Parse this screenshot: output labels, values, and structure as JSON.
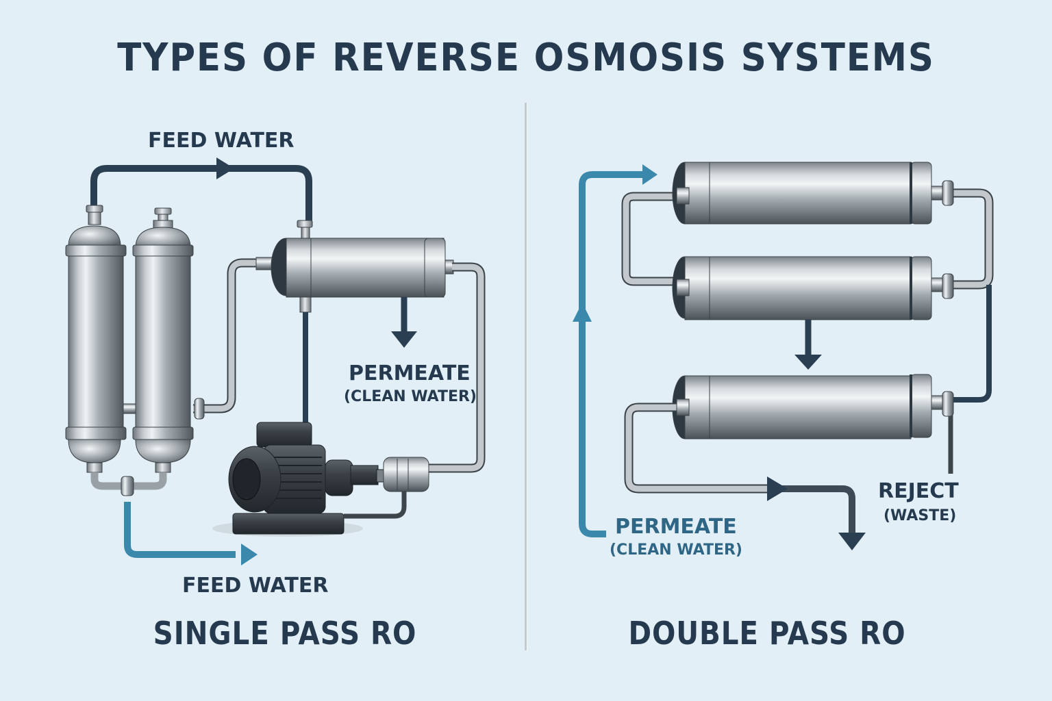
{
  "title": "TYPES OF REVERSE OSMOSIS SYSTEMS",
  "colors": {
    "background": "#e2eff6",
    "text_dark": "#253a4e",
    "flow_dark": "#2b3f52",
    "flow_blue": "#3b88ad",
    "text_blue": "#2f6585",
    "steel": "#b6bcc1",
    "divider": "#c4cbd0"
  },
  "single_pass": {
    "heading": "SINGLE PASS RO",
    "labels": {
      "feed_water_top": "FEED WATER",
      "feed_water_bottom": "FEED WATER",
      "permeate": "PERMEATE",
      "permeate_sub": "(CLEAN WATER)"
    },
    "components": [
      "pre-filter-vessel-1",
      "pre-filter-vessel-2",
      "ro-membrane-housing",
      "high-pressure-pump"
    ]
  },
  "double_pass": {
    "heading": "DOUBLE PASS RO",
    "labels": {
      "permeate": "PERMEATE",
      "permeate_sub": "(CLEAN WATER)",
      "reject": "REJECT",
      "reject_sub": "(WASTE)"
    },
    "components": [
      "ro-membrane-1",
      "ro-membrane-2",
      "ro-membrane-3"
    ]
  }
}
